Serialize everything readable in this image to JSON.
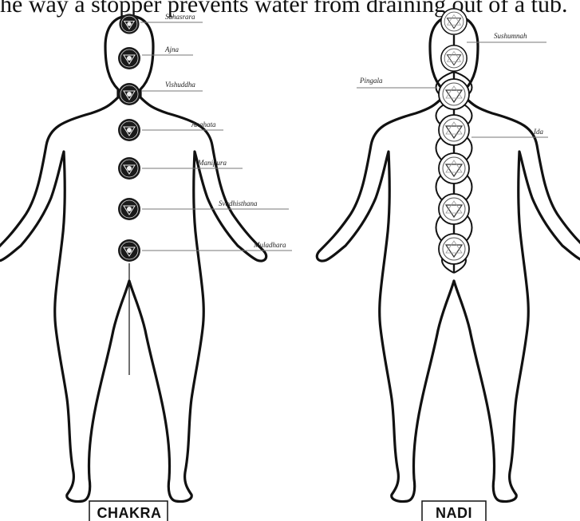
{
  "caption": "he way a stopper prevents water from draining out of a tub.",
  "figures": {
    "chakra": {
      "label": "CHAKRA",
      "chakras": [
        "Sahasrara",
        "Ajna",
        "Vishuddha",
        "Anahata",
        "Manipura",
        "Svadhisthana",
        "Muladhara"
      ]
    },
    "nadi": {
      "label": "NADI",
      "nadis": [
        "Sushumnah",
        "Pingala",
        "Ida"
      ]
    }
  }
}
